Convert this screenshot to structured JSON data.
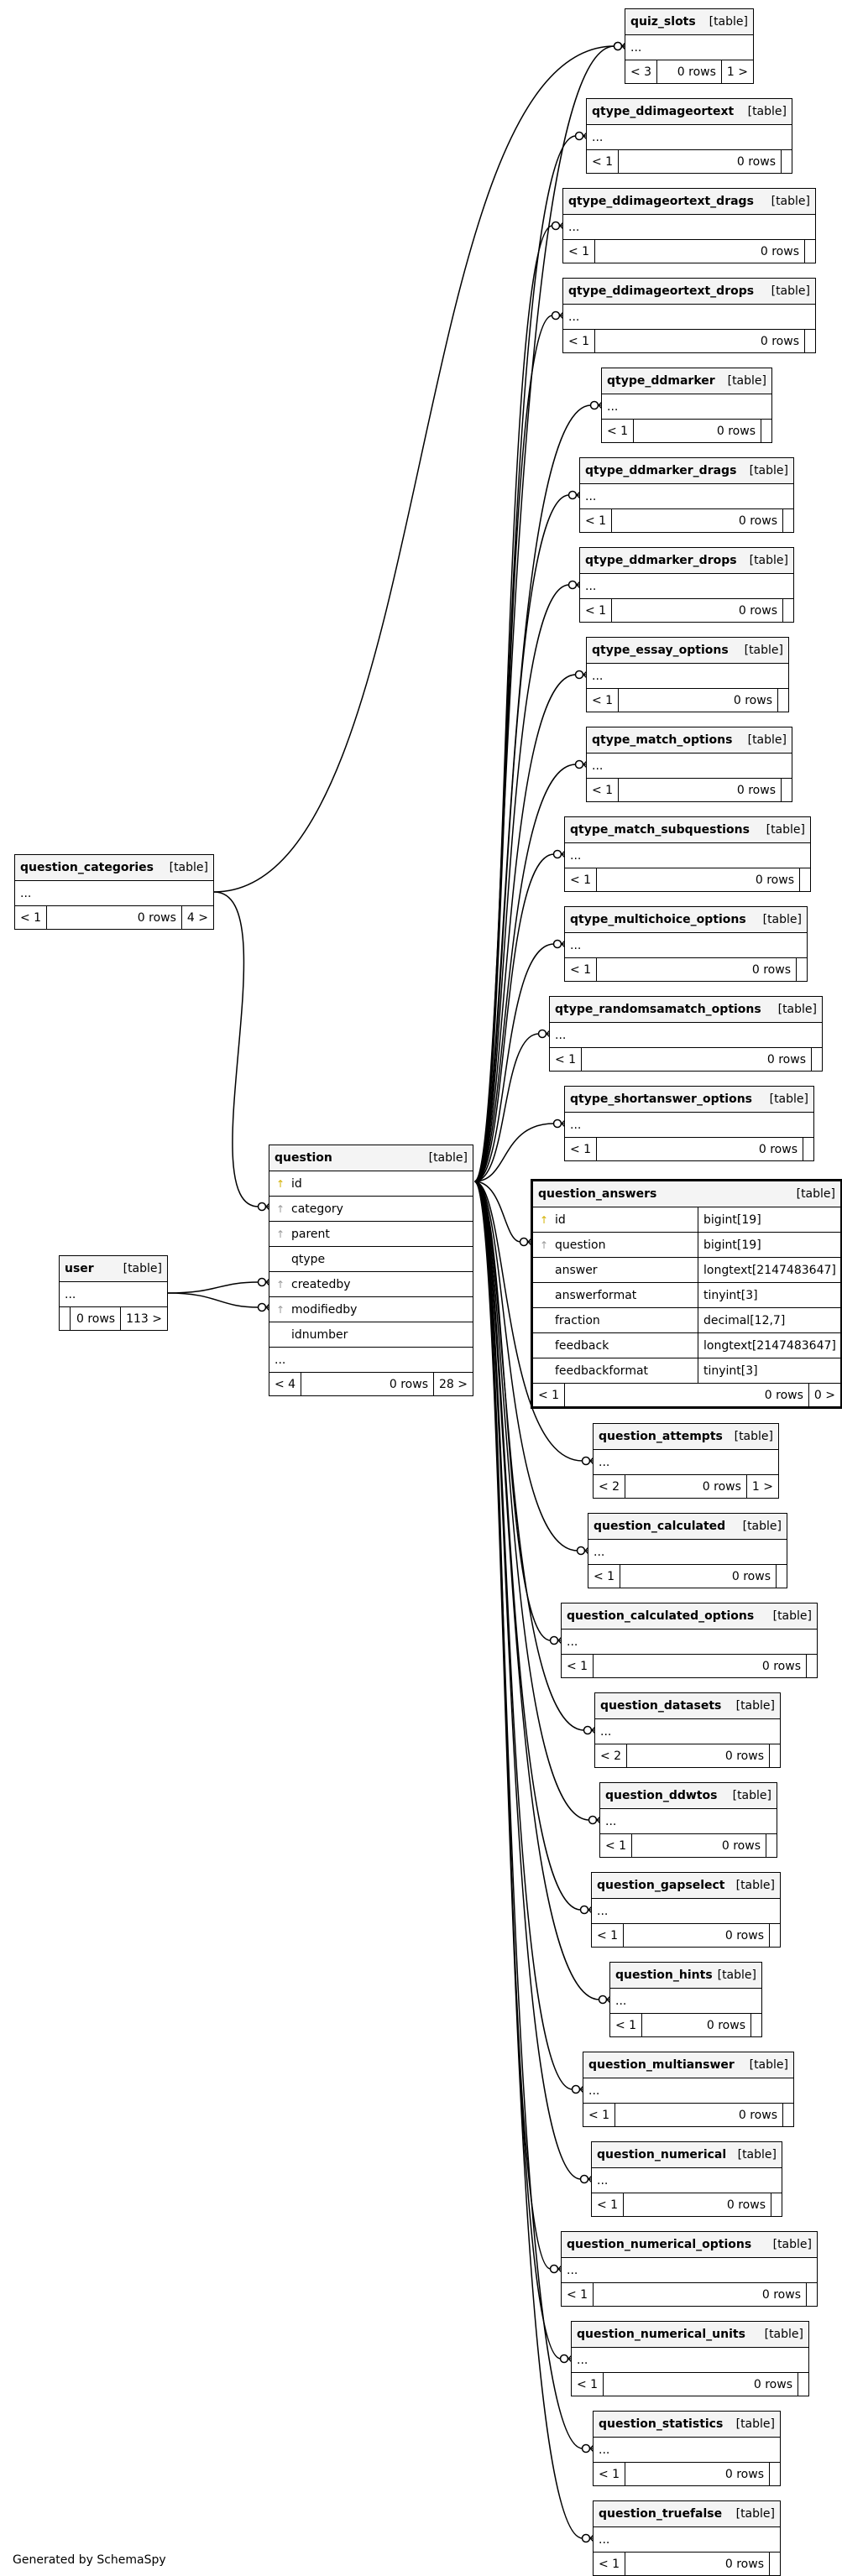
{
  "footer": "Generated by SchemaSpy",
  "summary_tables": [
    {
      "name": "quiz_slots",
      "type": "[table]",
      "dots": "...",
      "c1": "< 3",
      "c2": "0 rows",
      "c3": "1 >"
    },
    {
      "name": "qtype_ddimageortext",
      "type": "[table]",
      "dots": "...",
      "c1": "< 1",
      "c2": "0 rows",
      "c3": ""
    },
    {
      "name": "qtype_ddimageortext_drags",
      "type": "[table]",
      "dots": "...",
      "c1": "< 1",
      "c2": "0 rows",
      "c3": ""
    },
    {
      "name": "qtype_ddimageortext_drops",
      "type": "[table]",
      "dots": "...",
      "c1": "< 1",
      "c2": "0 rows",
      "c3": ""
    },
    {
      "name": "qtype_ddmarker",
      "type": "[table]",
      "dots": "...",
      "c1": "< 1",
      "c2": "0 rows",
      "c3": ""
    },
    {
      "name": "qtype_ddmarker_drags",
      "type": "[table]",
      "dots": "...",
      "c1": "< 1",
      "c2": "0 rows",
      "c3": ""
    },
    {
      "name": "qtype_ddmarker_drops",
      "type": "[table]",
      "dots": "...",
      "c1": "< 1",
      "c2": "0 rows",
      "c3": ""
    },
    {
      "name": "qtype_essay_options",
      "type": "[table]",
      "dots": "...",
      "c1": "< 1",
      "c2": "0 rows",
      "c3": ""
    },
    {
      "name": "qtype_match_options",
      "type": "[table]",
      "dots": "...",
      "c1": "< 1",
      "c2": "0 rows",
      "c3": ""
    },
    {
      "name": "qtype_match_subquestions",
      "type": "[table]",
      "dots": "...",
      "c1": "< 1",
      "c2": "0 rows",
      "c3": ""
    },
    {
      "name": "qtype_multichoice_options",
      "type": "[table]",
      "dots": "...",
      "c1": "< 1",
      "c2": "0 rows",
      "c3": ""
    },
    {
      "name": "qtype_randomsamatch_options",
      "type": "[table]",
      "dots": "...",
      "c1": "< 1",
      "c2": "0 rows",
      "c3": ""
    },
    {
      "name": "qtype_shortanswer_options",
      "type": "[table]",
      "dots": "...",
      "c1": "< 1",
      "c2": "0 rows",
      "c3": ""
    },
    {
      "name": "question_attempts",
      "type": "[table]",
      "dots": "...",
      "c1": "< 2",
      "c2": "0 rows",
      "c3": "1 >"
    },
    {
      "name": "question_calculated",
      "type": "[table]",
      "dots": "...",
      "c1": "< 1",
      "c2": "0 rows",
      "c3": ""
    },
    {
      "name": "question_calculated_options",
      "type": "[table]",
      "dots": "...",
      "c1": "< 1",
      "c2": "0 rows",
      "c3": ""
    },
    {
      "name": "question_datasets",
      "type": "[table]",
      "dots": "...",
      "c1": "< 2",
      "c2": "0 rows",
      "c3": ""
    },
    {
      "name": "question_ddwtos",
      "type": "[table]",
      "dots": "...",
      "c1": "< 1",
      "c2": "0 rows",
      "c3": ""
    },
    {
      "name": "question_gapselect",
      "type": "[table]",
      "dots": "...",
      "c1": "< 1",
      "c2": "0 rows",
      "c3": ""
    },
    {
      "name": "question_hints",
      "type": "[table]",
      "dots": "...",
      "c1": "< 1",
      "c2": "0 rows",
      "c3": ""
    },
    {
      "name": "question_multianswer",
      "type": "[table]",
      "dots": "...",
      "c1": "< 1",
      "c2": "0 rows",
      "c3": ""
    },
    {
      "name": "question_numerical",
      "type": "[table]",
      "dots": "...",
      "c1": "< 1",
      "c2": "0 rows",
      "c3": ""
    },
    {
      "name": "question_numerical_options",
      "type": "[table]",
      "dots": "...",
      "c1": "< 1",
      "c2": "0 rows",
      "c3": ""
    },
    {
      "name": "question_numerical_units",
      "type": "[table]",
      "dots": "...",
      "c1": "< 1",
      "c2": "0 rows",
      "c3": ""
    },
    {
      "name": "question_statistics",
      "type": "[table]",
      "dots": "...",
      "c1": "< 1",
      "c2": "0 rows",
      "c3": ""
    },
    {
      "name": "question_truefalse",
      "type": "[table]",
      "dots": "...",
      "c1": "< 1",
      "c2": "0 rows",
      "c3": ""
    }
  ],
  "question_categories": {
    "name": "question_categories",
    "type": "[table]",
    "dots": "...",
    "c1": "< 1",
    "c2": "0 rows",
    "c3": "4 >"
  },
  "user": {
    "name": "user",
    "type": "[table]",
    "dots": "...",
    "c1": "",
    "c2": "0 rows",
    "c3": "113 >"
  },
  "question": {
    "name": "question",
    "type": "[table]",
    "columns": [
      {
        "name": "id",
        "key": "pk"
      },
      {
        "name": "category",
        "key": "fk"
      },
      {
        "name": "parent",
        "key": "fk"
      },
      {
        "name": "qtype",
        "key": "none"
      },
      {
        "name": "createdby",
        "key": "fk"
      },
      {
        "name": "modifiedby",
        "key": "fk"
      },
      {
        "name": "idnumber",
        "key": "none"
      }
    ],
    "dots": "...",
    "c1": "< 4",
    "c2": "0 rows",
    "c3": "28 >"
  },
  "question_answers": {
    "name": "question_answers",
    "type": "[table]",
    "columns": [
      {
        "name": "id",
        "key": "pk",
        "type": "bigint[19]"
      },
      {
        "name": "question",
        "key": "fk",
        "type": "bigint[19]"
      },
      {
        "name": "answer",
        "key": "none",
        "type": "longtext[2147483647]"
      },
      {
        "name": "answerformat",
        "key": "none",
        "type": "tinyint[3]"
      },
      {
        "name": "fraction",
        "key": "none",
        "type": "decimal[12,7]"
      },
      {
        "name": "feedback",
        "key": "none",
        "type": "longtext[2147483647]"
      },
      {
        "name": "feedbackformat",
        "key": "none",
        "type": "tinyint[3]"
      }
    ],
    "c1": "< 1",
    "c2": "0 rows",
    "c3": "0 >"
  }
}
